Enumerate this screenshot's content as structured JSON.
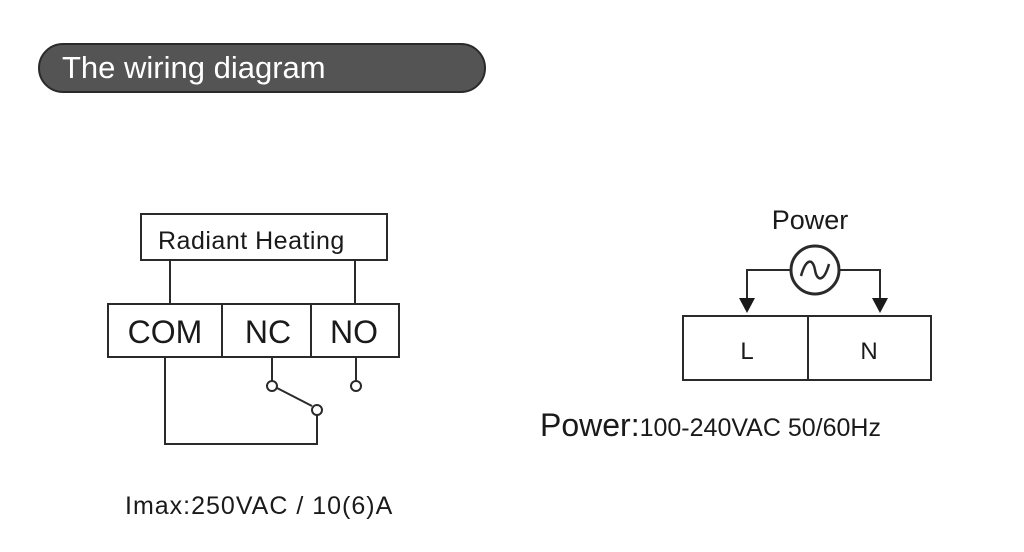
{
  "header": {
    "title": "The wiring diagram",
    "pill_color": "#545454"
  },
  "relay_diagram": {
    "load_label": "Radiant Heating",
    "terminals": [
      "COM",
      "NC",
      "NO"
    ],
    "rating": "Imax:250VAC / 10(6)A"
  },
  "power_diagram": {
    "source_label": "Power",
    "source_icon": "ac-source-icon",
    "terminals": [
      "L",
      "N"
    ],
    "spec_label": "Power:",
    "spec_value": "100-240VAC 50/60Hz"
  }
}
